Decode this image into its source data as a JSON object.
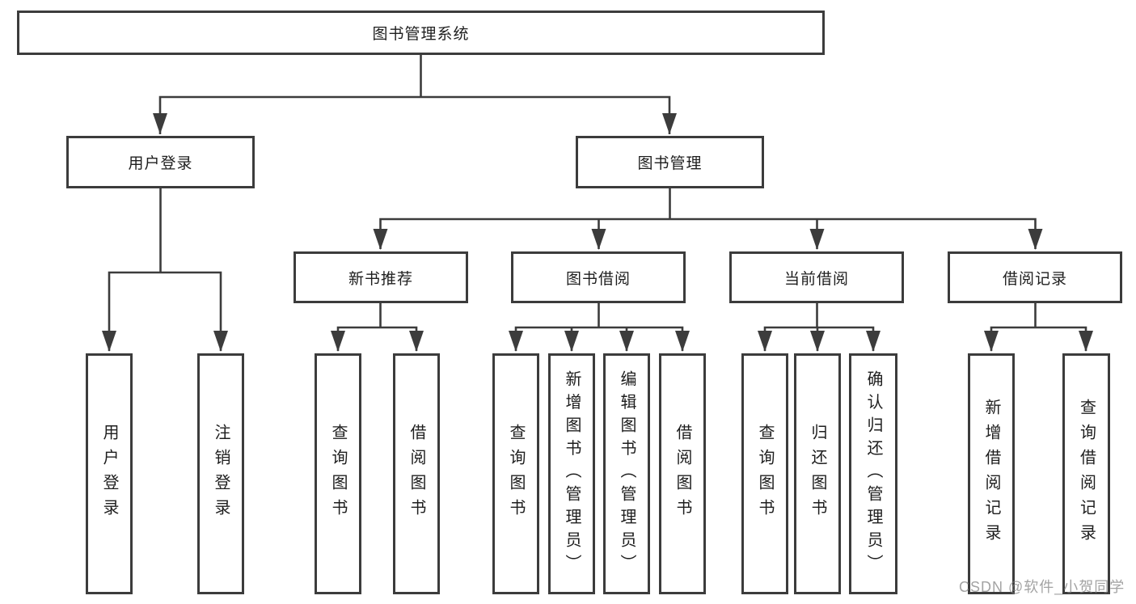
{
  "diagram": {
    "root": {
      "label": "图书管理系统"
    },
    "branches": [
      {
        "label": "用户登录",
        "children": [
          {
            "label": "用户登录"
          },
          {
            "label": "注销登录"
          }
        ]
      },
      {
        "label": "图书管理",
        "groups": [
          {
            "label": "新书推荐",
            "children": [
              {
                "label": "查询图书"
              },
              {
                "label": "借阅图书"
              }
            ]
          },
          {
            "label": "图书借阅",
            "children": [
              {
                "label": "查询图书"
              },
              {
                "label": "新增图书（管理员）"
              },
              {
                "label": "编辑图书（管理员）"
              },
              {
                "label": "借阅图书"
              }
            ]
          },
          {
            "label": "当前借阅",
            "children": [
              {
                "label": "查询图书"
              },
              {
                "label": "归还图书"
              },
              {
                "label": "确认归还（管理员）"
              }
            ]
          },
          {
            "label": "借阅记录",
            "children": [
              {
                "label": "新增借阅记录"
              },
              {
                "label": "查询借阅记录"
              }
            ]
          }
        ]
      }
    ]
  },
  "watermark": {
    "text": "CSDN @软件_小贺同学"
  },
  "colors": {
    "line": "#3c3c3c",
    "text": "#1e1e1e",
    "box_fill": "#ffffff",
    "watermark": "#808080"
  }
}
